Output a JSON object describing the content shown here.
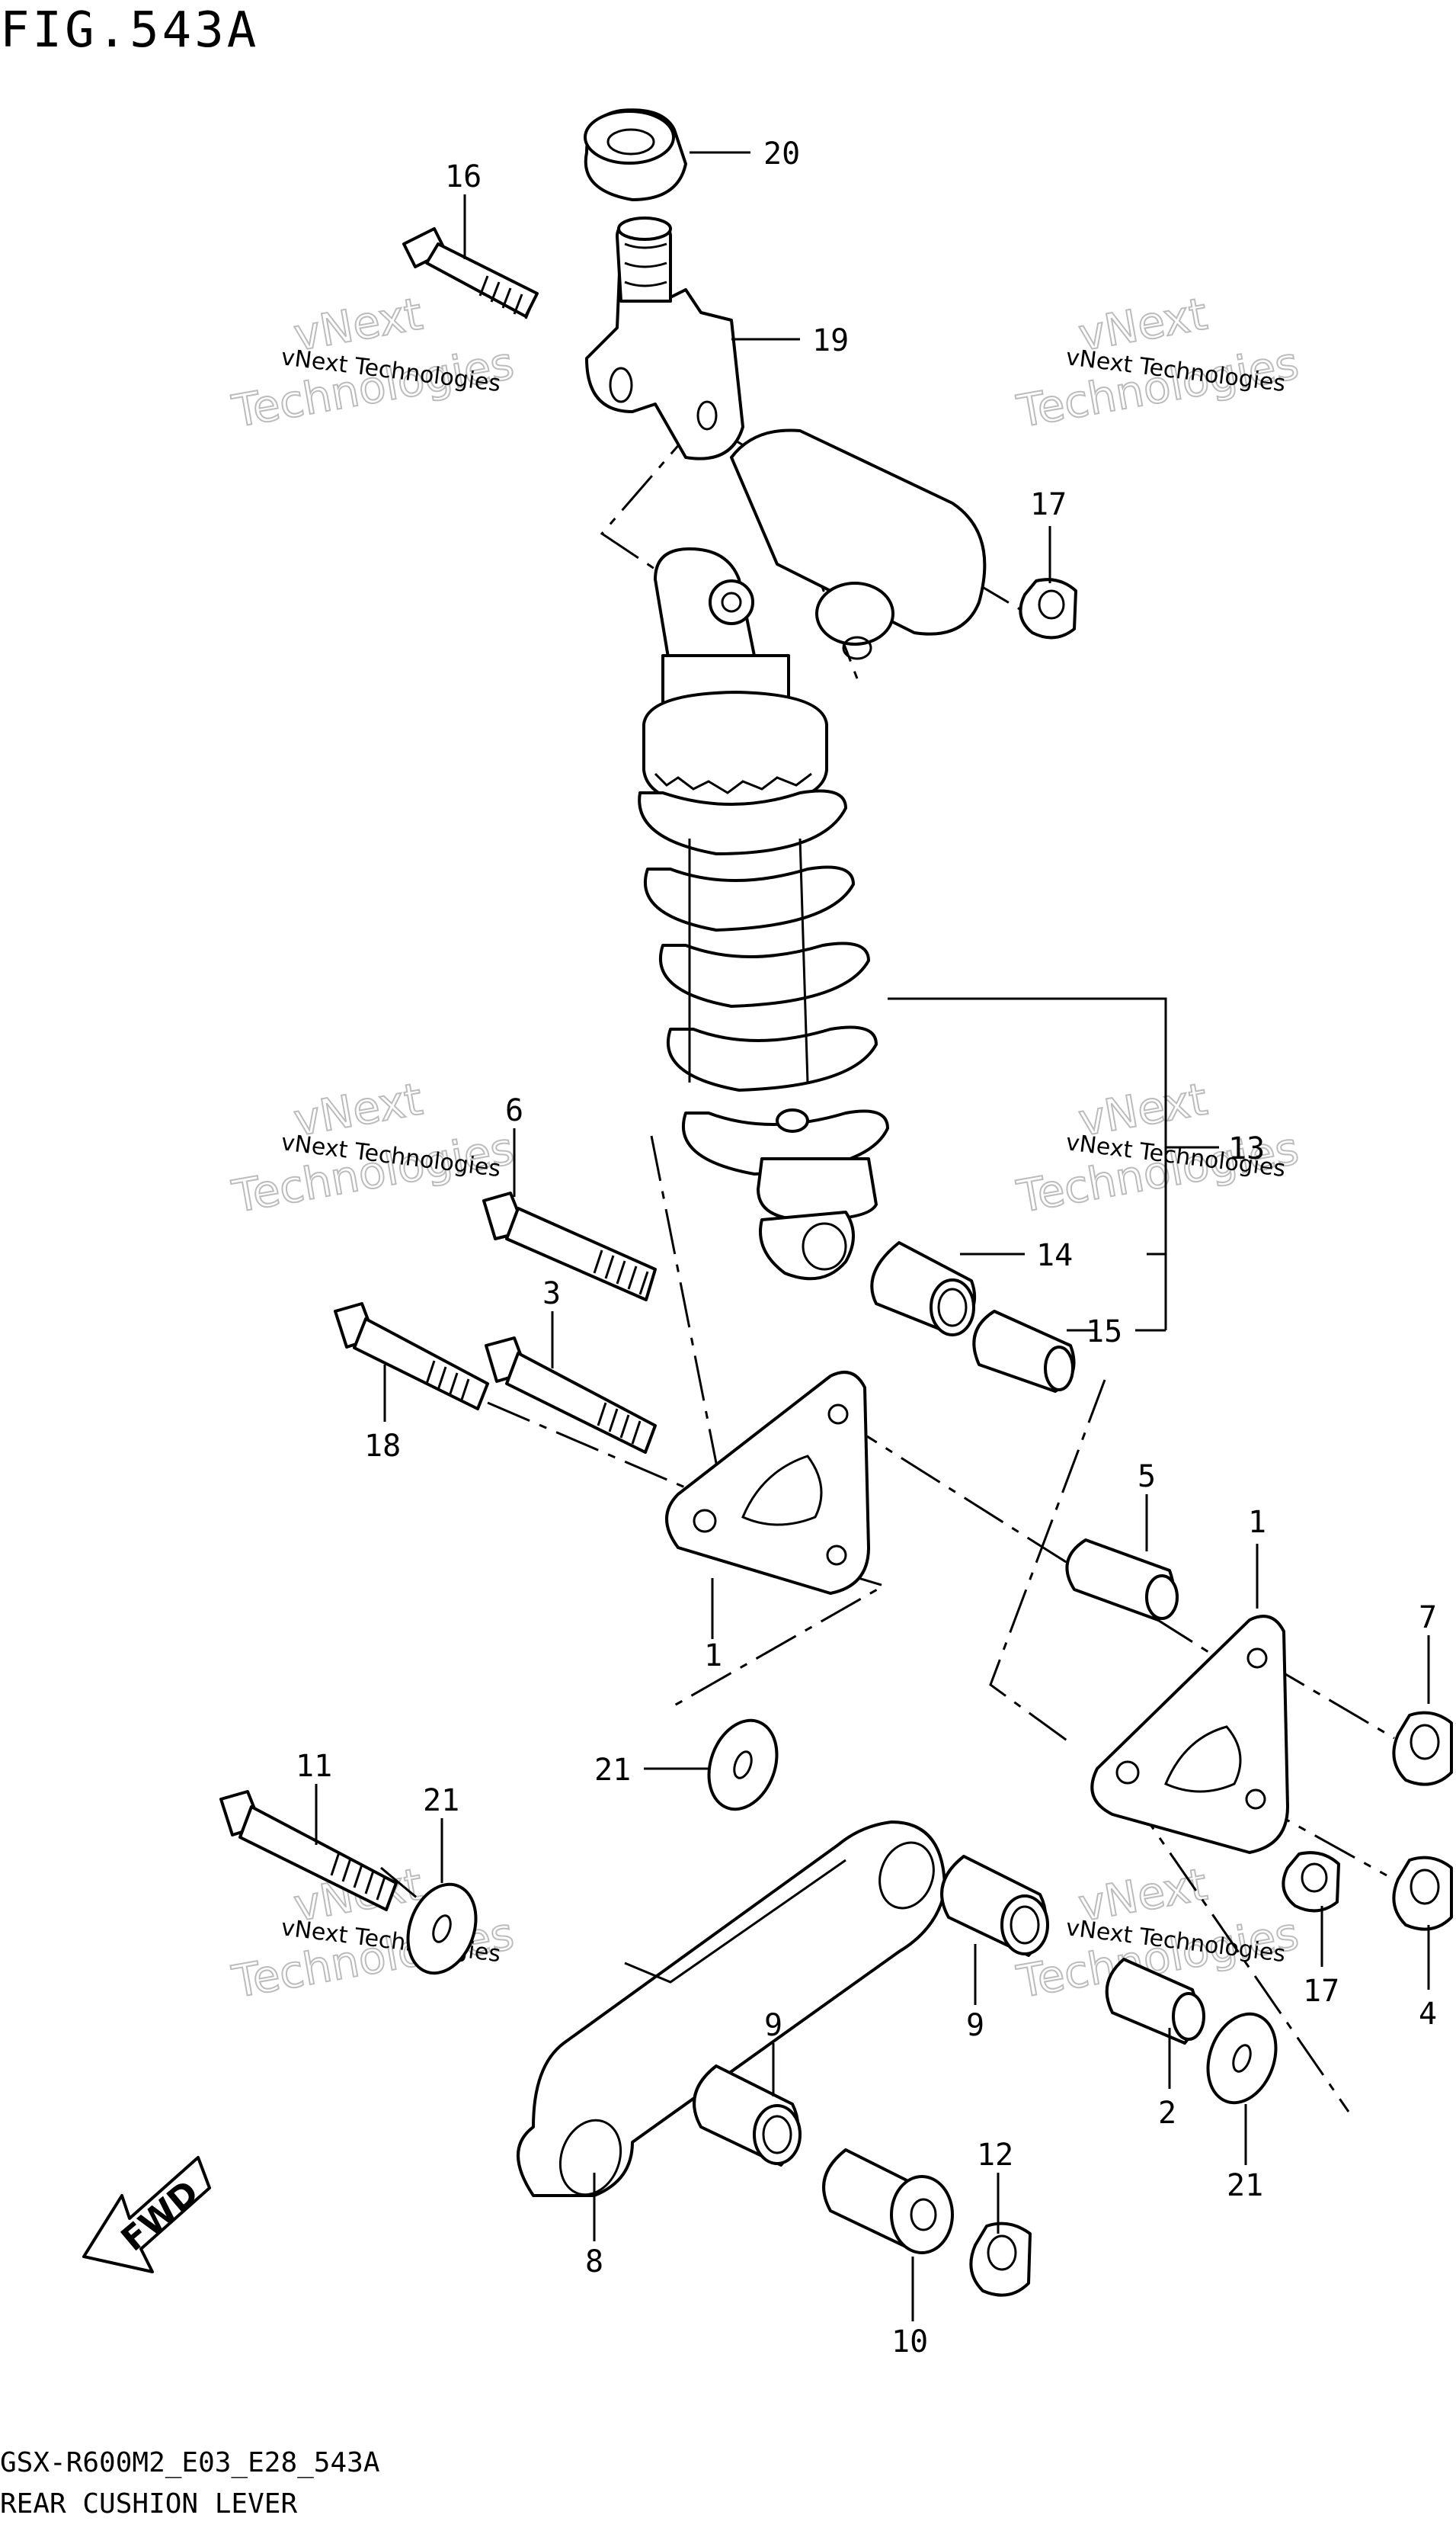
{
  "figure": {
    "title": "FIG.543A",
    "code": "GSX-R600M2_E03_E28_543A",
    "name": "REAR CUSHION LEVER",
    "direction_label": "FWD"
  },
  "watermark": {
    "small": "vNext Technologies",
    "large_top": "vNext",
    "large_bottom": "Technologies"
  },
  "callouts": [
    {
      "id": "20",
      "label": "20"
    },
    {
      "id": "16",
      "label": "16"
    },
    {
      "id": "19",
      "label": "19"
    },
    {
      "id": "17a",
      "label": "17"
    },
    {
      "id": "6",
      "label": "6"
    },
    {
      "id": "13",
      "label": "13"
    },
    {
      "id": "14",
      "label": "14"
    },
    {
      "id": "3",
      "label": "3"
    },
    {
      "id": "15",
      "label": "15"
    },
    {
      "id": "18",
      "label": "18"
    },
    {
      "id": "5",
      "label": "5"
    },
    {
      "id": "1a",
      "label": "1"
    },
    {
      "id": "1b",
      "label": "1"
    },
    {
      "id": "7",
      "label": "7"
    },
    {
      "id": "21a",
      "label": "21"
    },
    {
      "id": "11",
      "label": "11"
    },
    {
      "id": "21b",
      "label": "21"
    },
    {
      "id": "9a",
      "label": "9"
    },
    {
      "id": "9b",
      "label": "9"
    },
    {
      "id": "17b",
      "label": "17"
    },
    {
      "id": "4",
      "label": "4"
    },
    {
      "id": "2",
      "label": "2"
    },
    {
      "id": "12",
      "label": "12"
    },
    {
      "id": "21c",
      "label": "21"
    },
    {
      "id": "8",
      "label": "8"
    },
    {
      "id": "10",
      "label": "10"
    }
  ]
}
